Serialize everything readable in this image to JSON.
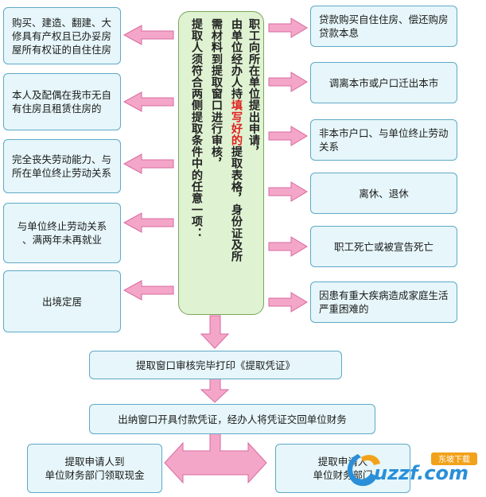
{
  "center": {
    "col1": "提取人须符合两侧提取条件中的任意一项：",
    "col2": "需材料到提取窗口进行审核，",
    "col3_before": "由单位经办人持",
    "col3_red": "填写好的",
    "col3_after": "提取表格，身份证及所",
    "col4": "职工向所在单位提出申请，"
  },
  "left_boxes": [
    {
      "lines": [
        "购买、建造、翻建、大",
        "修具有产权且已办妥房",
        "屋所有权证的自住住房"
      ]
    },
    {
      "lines": [
        "本人及配偶在我市无自",
        "有住房且租赁住房的"
      ]
    },
    {
      "lines": [
        "完全丧失劳动能力、与",
        "所在单位终止劳动关系"
      ]
    },
    {
      "lines": [
        "与单位终止劳动关系",
        "、满两年未再就业"
      ]
    },
    {
      "lines": [
        "出境定居"
      ]
    }
  ],
  "right_boxes": [
    {
      "lines": [
        "贷款购买自住住房、偿还购房",
        "贷款本息"
      ]
    },
    {
      "lines": [
        "调离本市或户口迁出本市"
      ]
    },
    {
      "lines": [
        "非本市户口、与单位终止劳动",
        "关系"
      ]
    },
    {
      "lines": [
        "离休、退休"
      ]
    },
    {
      "lines": [
        "职工死亡或被宣告死亡"
      ]
    },
    {
      "lines": [
        "因患有重大疾病造成家庭生活",
        "严重困难的"
      ]
    }
  ],
  "steps": {
    "print": "提取窗口审核完毕打印《提取凭证》",
    "cashier": "出纳窗口开具付款凭证，经办人将凭证交回单位财务"
  },
  "outcomes": {
    "cash": [
      "提取申请人到",
      "单位财务部门领取现金"
    ],
    "transfer": [
      "提取申请人",
      "单位财务部门"
    ]
  },
  "watermark": {
    "text": "uzzf.com",
    "caption": "东坡下载"
  },
  "colors": {
    "box_fill": "#e6f6fa",
    "box_border": "#5fa9c7",
    "center_fill": "#dff2d2",
    "arrow": "#f4a6c8",
    "arrow_stroke": "#d76aa0",
    "highlight": "#e02020"
  }
}
